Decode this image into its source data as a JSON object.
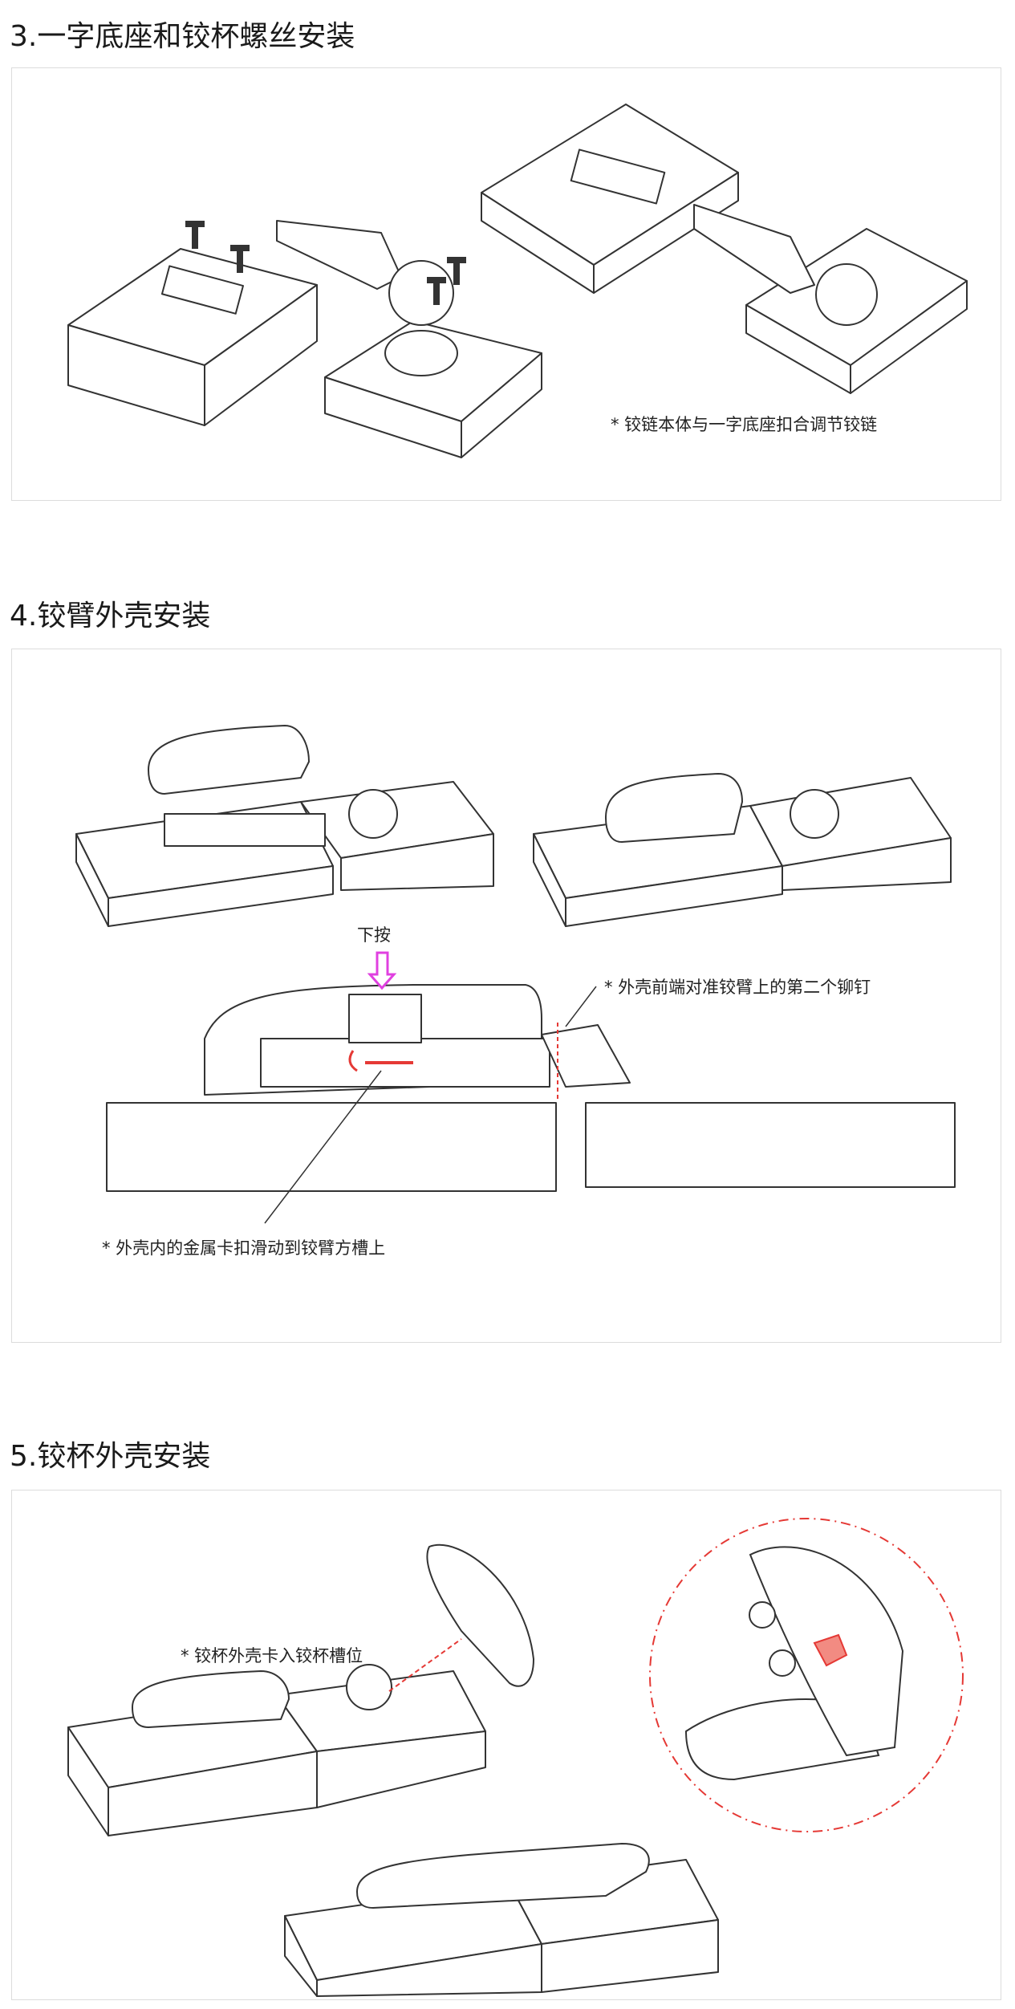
{
  "sections": [
    {
      "title": "3.一字底座和铰杯螺丝安装",
      "notes": [
        "* 铰链本体与一字底座扣合调节铰链"
      ]
    },
    {
      "title": "4.铰臂外壳安装",
      "notes": [
        "下按",
        "* 外壳前端对准铰臂上的第二个铆钉",
        "* 外壳内的金属卡扣滑动到铰臂方槽上"
      ]
    },
    {
      "title": "5.铰杯外壳安装",
      "notes": [
        "* 铰杯外壳卡入铰杯槽位"
      ]
    }
  ],
  "colors": {
    "line": "#333333",
    "accent_magenta": "#e040e0",
    "accent_red": "#e53935",
    "border": "#dcdcdc"
  }
}
